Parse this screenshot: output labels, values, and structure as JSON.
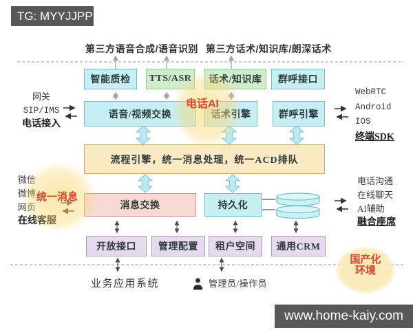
{
  "watermarks": {
    "telegram": "TG: MYYJJPP",
    "website": "www.home-kaiy.com"
  },
  "external": {
    "tts_label": "第三方语音合成/语音识别",
    "script_label": "第三方话术/知识库/朗深话术",
    "phone_access": {
      "l1": "网关",
      "l2": "SIP/IMS",
      "l3": "电话接入"
    },
    "terminal_sdk": {
      "l1": "WebRTC",
      "l2": "Android",
      "l3": "IOS",
      "l4": "终端SDK"
    },
    "online_service": {
      "l1": "微信",
      "l2": "微博",
      "l3": "网页",
      "l4": "在线客服"
    },
    "agent_seat": {
      "l1": "电话沟通",
      "l2": "在线聊天",
      "l3": "AI辅助",
      "l4": "融合座席"
    },
    "business_system": "业务应用系统",
    "admin_label": "管理员/操作员"
  },
  "highlights": {
    "phone_ai": "电话AI",
    "unified_message": "统一消息",
    "domestic_line1": "国产化",
    "domestic_line2": "环境"
  },
  "layers": {
    "access": [
      "智能质检",
      "TTS/ASR",
      "话术/知识库",
      "群呼接口"
    ],
    "engine": [
      "语音/视频交换",
      "话术引擎",
      "群呼引擎"
    ],
    "process": "流程引擎，统一消息处理，统一ACD排队",
    "message": [
      "消息交换",
      "持久化"
    ],
    "platform": [
      "开放接口",
      "管理配置",
      "租户空间",
      "通用CRM"
    ]
  },
  "colors": {
    "box_cyan": "#c6eef5",
    "box_green": "#cfedca",
    "box_cream": "#faeac4",
    "box_pink": "#f7d9d3",
    "box_purple": "#e5daee",
    "highlight_yellow": "#f8d878",
    "red_text": "#dc4527",
    "bar_bg": "#595757"
  }
}
